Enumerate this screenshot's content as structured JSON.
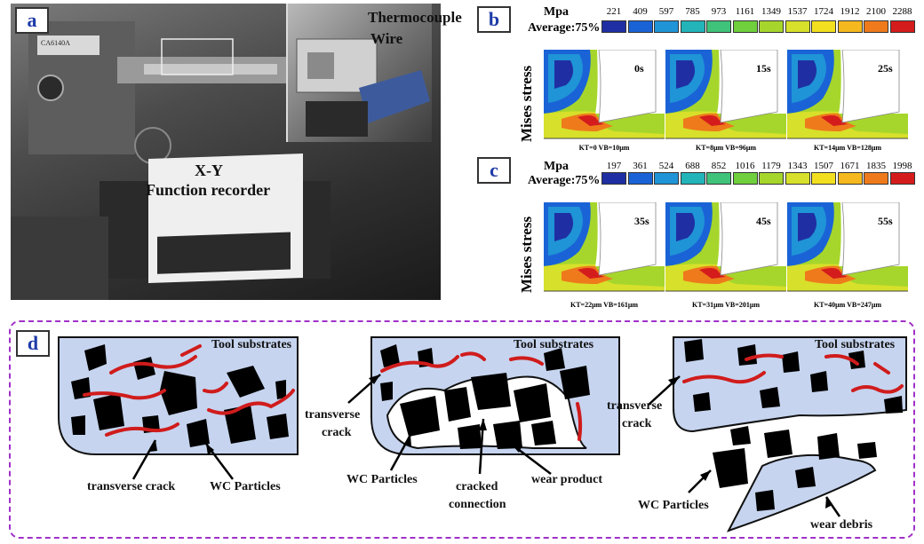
{
  "panel_a": {
    "label": "a",
    "thermocouple_label": "Thermocouple",
    "wire_label": "Wire",
    "recorder_line1": "X-Y",
    "recorder_line2": "Function recorder",
    "machine_plate": "CA6140A"
  },
  "panel_b": {
    "label": "b",
    "unit": "Mpa",
    "average": "Average:75%",
    "scale_values": [
      "221",
      "409",
      "597",
      "785",
      "973",
      "1161",
      "1349",
      "1537",
      "1724",
      "1912",
      "2100",
      "2288"
    ],
    "y_label": "Mises  stress",
    "frames": [
      {
        "time": "0s",
        "caption": "KT=0 VB=10μm"
      },
      {
        "time": "15s",
        "caption": "KT=8μm VB=96μm"
      },
      {
        "time": "25s",
        "caption": "KT=14μm VB=128μm"
      }
    ]
  },
  "panel_c": {
    "label": "c",
    "unit": "Mpa",
    "average": "Average:75%",
    "scale_values": [
      "197",
      "361",
      "524",
      "688",
      "852",
      "1016",
      "1179",
      "1343",
      "1507",
      "1671",
      "1835",
      "1998"
    ],
    "y_label": "Mises  stress",
    "frames": [
      {
        "time": "35s",
        "caption": "KT=22μm VB=161μm"
      },
      {
        "time": "45s",
        "caption": "KT=31μm VB=201μm"
      },
      {
        "time": "55s",
        "caption": "KT=40μm VB=247μm"
      }
    ]
  },
  "colormap": [
    "#1f2fa3",
    "#1a63d6",
    "#1f94d6",
    "#22b4b9",
    "#3fc27a",
    "#6fcf3c",
    "#a6d62c",
    "#d7e02a",
    "#f2e020",
    "#f5b81e",
    "#ee7a1c",
    "#d51c1c"
  ],
  "panel_d": {
    "label": "d",
    "stage1": {
      "substrate": "Tool substrates",
      "crack": "transverse crack",
      "particles": "WC Particles"
    },
    "stage2": {
      "substrate": "Tool substrates",
      "crack_line1": "transverse",
      "crack_line2": "crack",
      "particles": "WC Particles",
      "connection_line1": "cracked",
      "connection_line2": "connection",
      "product": "wear product"
    },
    "stage3": {
      "substrate": "Tool substrates",
      "crack_line1": "transverse",
      "crack_line2": "crack",
      "particles": "WC Particles",
      "debris": "wear debris"
    }
  }
}
